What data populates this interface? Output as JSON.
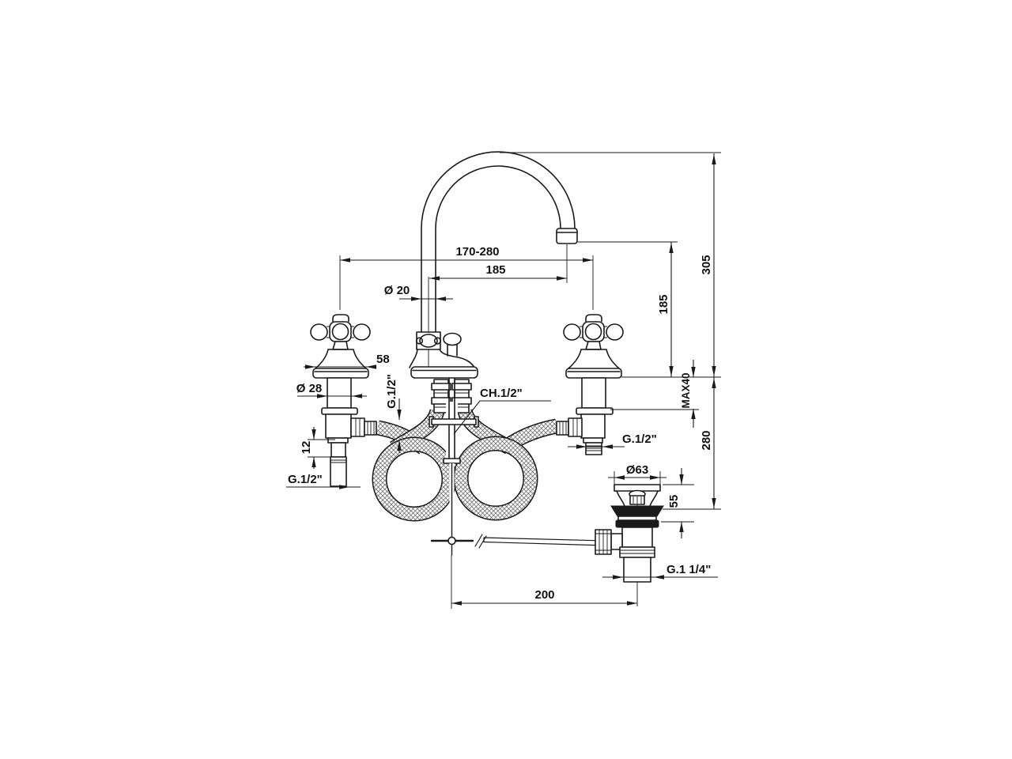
{
  "drawing": {
    "background": "#ffffff",
    "line_color": "#1a1a1a",
    "subject": "three-hole basin faucet with cross handles, swivel spout, flexible hoses and pop-up waste",
    "dims": {
      "spout_swivel_range": "170-280",
      "spout_reach": "185",
      "spout_diameter": "Ø 20",
      "handle_skirt_width": "58",
      "handle_diameter": "Ø 28",
      "shank_step": "12",
      "left_inlet_thread": "G.1/2\"",
      "riser_thread": "G.1/2\"",
      "wrench_flats": "CH.1/2\"",
      "right_inlet_thread": "G.1/2\"",
      "waste_flange_diameter": "Ø63",
      "waste_top_height": "55",
      "waste_tail_thread": "G.1 1/4\"",
      "rod_to_waste_distance": "200",
      "overall_height": "305",
      "spout_height": "185",
      "max_deck_thickness": "MAX40",
      "below_deck_depth": "280"
    }
  }
}
